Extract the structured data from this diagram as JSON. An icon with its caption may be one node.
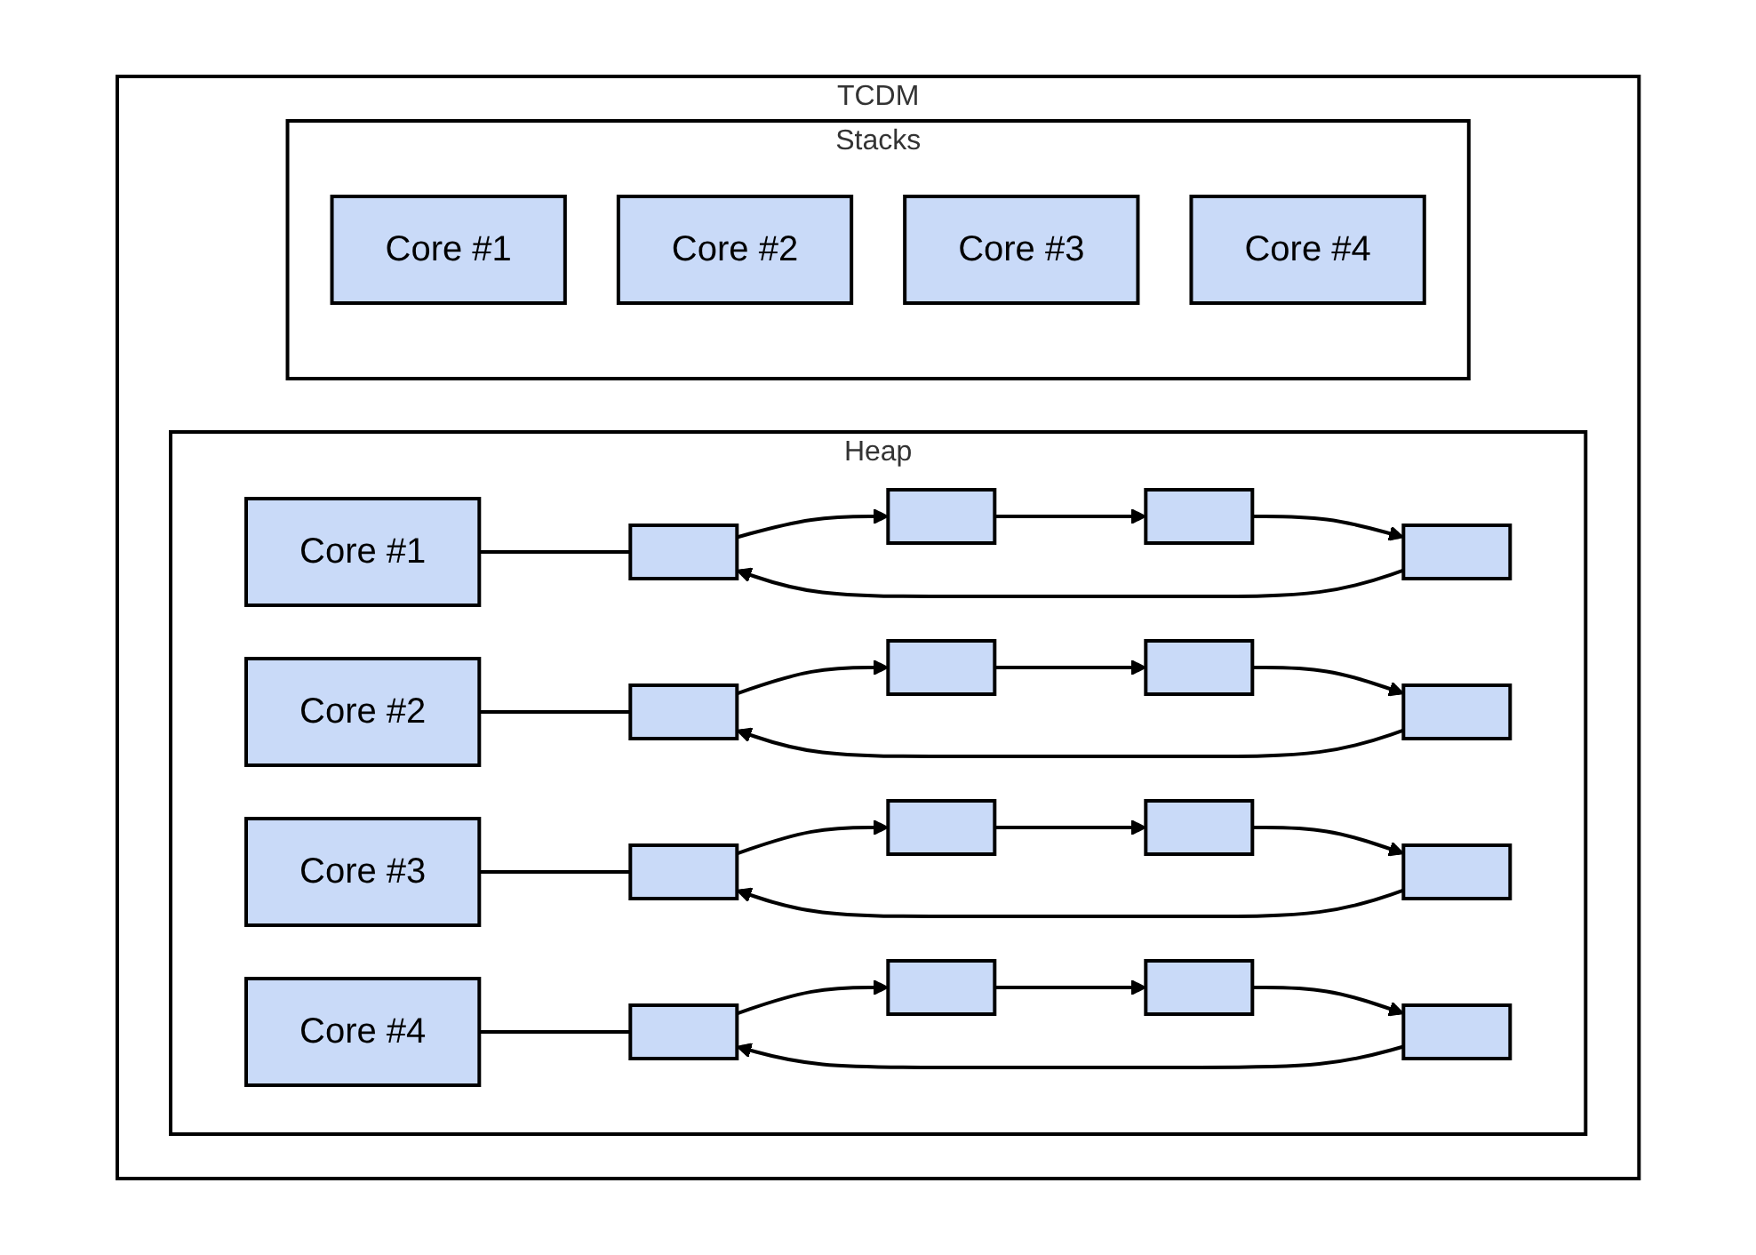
{
  "diagram": {
    "nodes": [
      {
        "text": [
          "TCDM"
        ]
      },
      {
        "text": [
          "Heap"
        ],
        "in": 0
      },
      {
        "text": [
          "Core #1"
        ],
        "in": 1
      },
      {
        "text": [],
        "shape": "box",
        "in": 1
      },
      {
        "text": [],
        "shape": "box",
        "in": 1
      },
      {
        "text": [],
        "shape": "box",
        "in": 1
      },
      {
        "text": [],
        "shape": "box",
        "in": 1
      },
      {
        "text": [
          "Core #2"
        ],
        "in": 1
      },
      {
        "text": [],
        "shape": "box",
        "in": 1
      },
      {
        "text": [],
        "shape": "box",
        "in": 1
      },
      {
        "text": [],
        "shape": "box",
        "in": 1
      },
      {
        "text": [],
        "shape": "box",
        "in": 1
      },
      {
        "text": [
          "Core #3"
        ],
        "in": 1
      },
      {
        "text": [],
        "shape": "box",
        "in": 1
      },
      {
        "text": [],
        "shape": "box",
        "in": 1
      },
      {
        "text": [],
        "shape": "box",
        "in": 1
      },
      {
        "text": [],
        "shape": "box",
        "in": 1
      },
      {
        "text": [
          "Core #4"
        ],
        "in": 1
      },
      {
        "text": [],
        "shape": "box",
        "in": 1
      },
      {
        "text": [],
        "shape": "box",
        "in": 1
      },
      {
        "text": [],
        "shape": "box",
        "in": 1
      },
      {
        "text": [],
        "shape": "box",
        "in": 1
      },
      {
        "text": [
          "Stacks"
        ],
        "in": 0
      },
      {
        "text": [
          "Core #1"
        ],
        "in": 22
      },
      {
        "text": [
          "Core #2"
        ],
        "in": 22
      },
      {
        "text": [
          "Core #3"
        ],
        "in": 22
      },
      {
        "text": [
          "Core #4"
        ],
        "in": 22
      }
    ],
    "edges": [
      {
        "from": 2,
        "to": 3,
        "arrow": "none"
      },
      {
        "from": 3,
        "to": 4,
        "arrow": "to"
      },
      {
        "from": 4,
        "to": 5,
        "arrow": "to"
      },
      {
        "from": 5,
        "to": 6,
        "arrow": "to"
      },
      {
        "from": 6,
        "to": 3,
        "arrow": "to"
      },
      {
        "from": 7,
        "to": 8,
        "arrow": "none"
      },
      {
        "from": 8,
        "to": 9,
        "arrow": "to"
      },
      {
        "from": 9,
        "to": 10,
        "arrow": "to"
      },
      {
        "from": 10,
        "to": 11,
        "arrow": "to"
      },
      {
        "from": 11,
        "to": 8,
        "arrow": "to"
      },
      {
        "from": 12,
        "to": 13,
        "arrow": "none"
      },
      {
        "from": 13,
        "to": 14,
        "arrow": "to"
      },
      {
        "from": 14,
        "to": 15,
        "arrow": "to"
      },
      {
        "from": 15,
        "to": 16,
        "arrow": "to"
      },
      {
        "from": 16,
        "to": 13,
        "arrow": "to"
      },
      {
        "from": 17,
        "to": 18,
        "arrow": "none"
      },
      {
        "from": 18,
        "to": 19,
        "arrow": "to"
      },
      {
        "from": 19,
        "to": 20,
        "arrow": "to"
      },
      {
        "from": 20,
        "to": 21,
        "arrow": "to"
      },
      {
        "from": 21,
        "to": 18,
        "arrow": "to"
      }
    ]
  }
}
